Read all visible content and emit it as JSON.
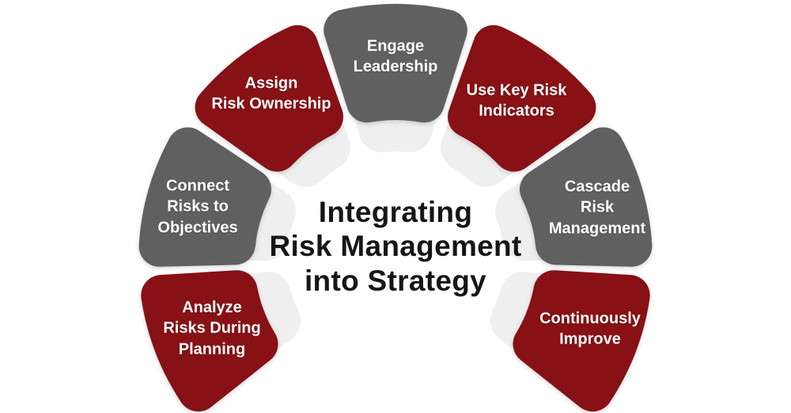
{
  "title": {
    "text": "Integrating\nRisk Management\ninto Strategy"
  },
  "palette": {
    "red": "#871114",
    "gray": "#606060",
    "shadow": "#f0efef",
    "background": "#ffffff",
    "title_text": "#161616",
    "label_text": "#ffffff"
  },
  "segments": [
    {
      "id": "analyze-risks-during-planning",
      "label": "Analyze\nRisks During\nPlanning",
      "color": "red"
    },
    {
      "id": "connect-risks-to-objectives",
      "label": "Connect\nRisks to\nObjectives",
      "color": "gray"
    },
    {
      "id": "assign-risk-ownership",
      "label": "Assign\nRisk Ownership",
      "color": "red"
    },
    {
      "id": "engage-leadership",
      "label": "Engage\nLeadership",
      "color": "gray"
    },
    {
      "id": "use-key-risk-indicators",
      "label": "Use Key Risk\nIndicators",
      "color": "red"
    },
    {
      "id": "cascade-risk-management",
      "label": "Cascade\nRisk\nManagement",
      "color": "gray"
    },
    {
      "id": "continuously-improve",
      "label": "Continuously\nImprove",
      "color": "red"
    }
  ]
}
